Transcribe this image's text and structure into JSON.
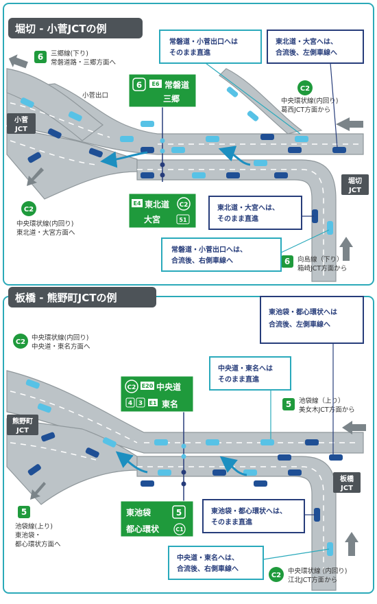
{
  "colors": {
    "frame": "#2aa9b8",
    "road": "#bcc3c7",
    "road_edge": "#8f979b",
    "lane_line": "#ffffff",
    "guide_green": "#1f9a3c",
    "teal_callout": "#29a9bb",
    "navy_callout": "#263c7a",
    "blue_arrow": "#1c8fc0",
    "car_light": "#57c2e6",
    "car_dark": "#1f4f95",
    "gray_arrow": "#7b8489",
    "title_bg": "#4d5358"
  },
  "panel1": {
    "title": "堀切 - 小菅JCTの例",
    "route6_top": {
      "num": "6",
      "line1": "三郷線(下り)",
      "line2": "常磐道路・三郷方面へ"
    },
    "exit_label": "小菅出口",
    "jct_left": {
      "line1": "小菅",
      "line2": "JCT"
    },
    "jct_right": {
      "line1": "堀切",
      "line2": "JCT"
    },
    "c2_right": {
      "num": "C2",
      "line1": "中央環状線(内回り)",
      "line2": "葛西JCT方面から"
    },
    "c2_left": {
      "num": "C2",
      "line1": "中央環状線(内回り)",
      "line2": "東北道・大宮方面へ"
    },
    "route6_bottom": {
      "num": "6",
      "line1": "向島線（下り）",
      "line2": "箱崎JCT方面から"
    },
    "sign_top": {
      "num": "6",
      "code": "E6",
      "name1": "常磐道",
      "name2": "三郷"
    },
    "sign_bottom": {
      "code": "E4",
      "name1": "東北道",
      "c2": "C2",
      "name2": "大宮",
      "code2": "51"
    },
    "callouts": {
      "teal_top": {
        "line1": "常磐道・小菅出口へは",
        "line2": "そのまま直進"
      },
      "navy_top": {
        "line1": "東北道・大宮へは、",
        "line2": "合流後、左側車線へ"
      },
      "navy_mid": {
        "line1": "東北道・大宮へは、",
        "line2": "そのまま直進"
      },
      "teal_bottom": {
        "line1": "常磐道・小菅出口へは、",
        "line2": "合流後、右側車線へ"
      }
    }
  },
  "panel2": {
    "title": "板橋 - 熊野町JCTの例",
    "c2_top": {
      "num": "C2",
      "line1": "中央環状線(内回り)",
      "line2": "中央道・東名方面へ"
    },
    "jct_left": {
      "line1": "熊野町",
      "line2": "JCT"
    },
    "jct_right": {
      "line1": "板橋",
      "line2": "JCT"
    },
    "route5_right": {
      "num": "5",
      "line1": "池袋線（上り）",
      "line2": "美女木JCT方面から"
    },
    "route5_left": {
      "num": "5",
      "line1": "池袋線(上り)",
      "line2": "東池袋・",
      "line3": "都心環状方面へ"
    },
    "c2_bottom": {
      "num": "C2",
      "line1": "中央環状線 (内回り)",
      "line2": "江北JCT方面から"
    },
    "sign_top": {
      "c2": "C2",
      "code": "E20",
      "name1": "中央道",
      "num4": "4",
      "num3": "3",
      "code2": "E1",
      "name2": "東名"
    },
    "sign_bottom": {
      "name1": "東池袋",
      "num": "5",
      "name2": "都心環状",
      "c1": "C1"
    },
    "callouts": {
      "navy_top": {
        "line1": "東池袋・都心環状へは",
        "line2": "合流後、左側車線へ"
      },
      "teal_top": {
        "line1": "中央道・東名へは",
        "line2": "そのまま直進"
      },
      "navy_mid": {
        "line1": "東池袋・都心環状へは、",
        "line2": "そのまま直進"
      },
      "teal_bottom": {
        "line1": "中央道・東名へは、",
        "line2": "合流後、右側車線へ"
      }
    }
  }
}
